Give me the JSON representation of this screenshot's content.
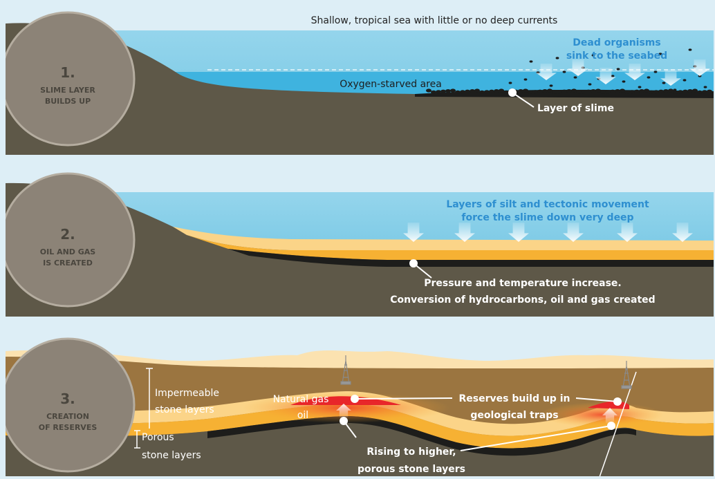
{
  "panel1": {
    "step_number": "1.",
    "step_title_line1": "SLIME LAYER",
    "step_title_line2": "BUILDS UP",
    "header": "Shallow, tropical sea with little or no deep currents",
    "dead_organisms_line1": "Dead organisms",
    "dead_organisms_line2": "sink to the seabed",
    "oxygen_label": "Oxygen-starved area",
    "slime_label": "Layer of slime"
  },
  "panel2": {
    "step_number": "2.",
    "step_title_line1": "OIL AND GAS",
    "step_title_line2": "IS CREATED",
    "silt_line1": "Layers of silt and tectonic movement",
    "silt_line2": "force the slime down very deep",
    "pressure_line1": "Pressure and temperature increase.",
    "pressure_line2": "Conversion of hydrocarbons, oil and gas created"
  },
  "panel3": {
    "step_number": "3.",
    "step_title_line1": "CREATION",
    "step_title_line2": "OF RESERVES",
    "impermeable_line1": "Impermeable",
    "impermeable_line2": "stone layers",
    "porous_line1": "Porous",
    "porous_line2": "stone layers",
    "natural_gas": "Natural gas",
    "oil": "oil",
    "reserves_line1": "Reserves build up in",
    "reserves_line2": "geological traps",
    "rising_line1": "Rising to higher,",
    "rising_line2": "porous stone layers"
  },
  "colors": {
    "sea_light": "#8fd1ea",
    "sea_deep": "#3fb3df",
    "ground": "#5e5848",
    "sand_light": "#fbd488",
    "sand_orange": "#f6b133",
    "rock_brown": "#9b7540",
    "gas_red": "#e8262a",
    "accent_blue": "#2e8fd0"
  }
}
